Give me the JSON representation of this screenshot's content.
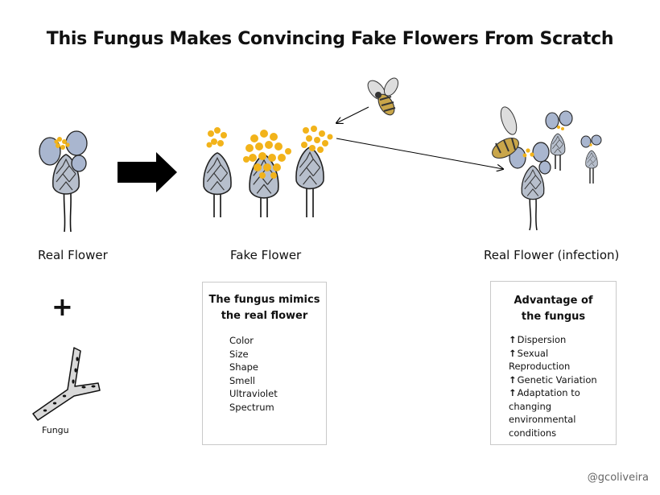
{
  "title": "This Fungus Makes Convincing Fake Flowers From Scratch",
  "labels": {
    "real_flower": "Real Flower",
    "fake_flower": "Fake Flower",
    "real_flower_infection": "Real Flower (infection)",
    "plus": "+",
    "fungus": "Fungu"
  },
  "mimic_box": {
    "heading_line1": "The fungus mimics",
    "heading_line2": "the real flower",
    "items": [
      "Color",
      "Size",
      "Shape",
      "Smell",
      "Ultraviolet",
      "Spectrum"
    ]
  },
  "advantage_box": {
    "heading_line1": "Advantage of",
    "heading_line2": "the fungus",
    "arrow_glyph": "🡑",
    "items": [
      {
        "arrow": true,
        "text": "Dispersion"
      },
      {
        "arrow": true,
        "text": "Sexual"
      },
      {
        "arrow": false,
        "text": "Reproduction"
      },
      {
        "arrow": true,
        "text": "Genetic Variation"
      },
      {
        "arrow": true,
        "text": "Adaptation to"
      },
      {
        "arrow": false,
        "text": "changing"
      },
      {
        "arrow": false,
        "text": "environmental"
      },
      {
        "arrow": false,
        "text": "conditions"
      }
    ]
  },
  "credit": "@gcoliveira",
  "colors": {
    "pollen": "#f2b31a",
    "petal": "#a9b6cf",
    "bud": "#b7bfcc",
    "arrow": "#000000"
  }
}
